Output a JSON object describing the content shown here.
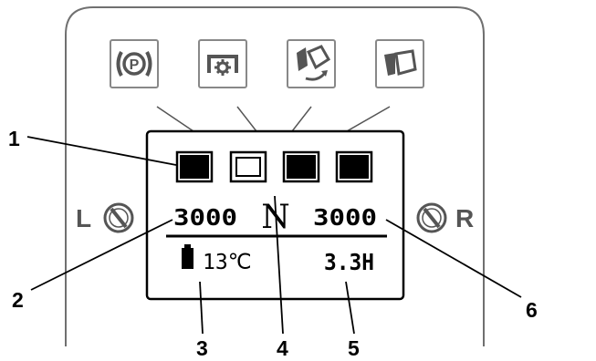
{
  "callouts": {
    "c1": "1",
    "c2": "2",
    "c3": "3",
    "c4": "4",
    "c5": "5",
    "c6": "6"
  },
  "display": {
    "left_rpm": "3000",
    "gear": "N",
    "right_rpm": "3000",
    "temperature": "13℃",
    "hours": "3.3H"
  },
  "sides": {
    "left": "L",
    "right": "R"
  },
  "indicators": [
    {
      "name": "indicator-1",
      "state": "filled"
    },
    {
      "name": "indicator-2",
      "state": "empty"
    },
    {
      "name": "indicator-3",
      "state": "filled"
    },
    {
      "name": "indicator-4",
      "state": "filled"
    }
  ],
  "buttons": [
    {
      "icon": "parking-brake-icon"
    },
    {
      "icon": "pto-settings-icon"
    },
    {
      "icon": "mower-deck-raise-icon"
    },
    {
      "icon": "mower-deck-icon"
    }
  ],
  "colors": {
    "panel_border": "#707070",
    "lcd_border": "#000000",
    "icon_gray": "#666666"
  }
}
